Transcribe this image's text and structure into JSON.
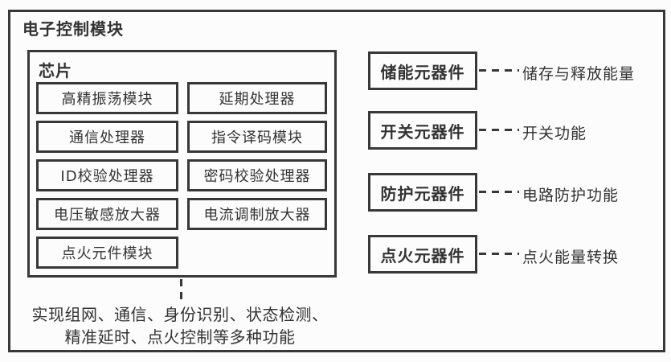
{
  "diagram": {
    "title": "电子控制模块",
    "chip": {
      "label": "芯片",
      "modules_left": [
        "高精振荡模块",
        "通信处理器",
        "ID校验处理器",
        "电压敏感放大器",
        "点火元件模块"
      ],
      "modules_right": [
        "延期处理器",
        "指令译码模块",
        "密码校验处理器",
        "电流调制放大器"
      ],
      "note_line1": "实现组网、通信、身份识别、状态检测、",
      "note_line2": "精准延时、点火控制等多种功能"
    },
    "components": [
      {
        "label": "储能元器件",
        "function": "储存与释放能量"
      },
      {
        "label": "开关元器件",
        "function": "开关功能"
      },
      {
        "label": "防护元器件",
        "function": "电路防护功能"
      },
      {
        "label": "点火元器件",
        "function": "点火能量转换"
      }
    ],
    "colors": {
      "line": "#383838",
      "text": "#333333",
      "background": "#fcfcfc"
    }
  }
}
